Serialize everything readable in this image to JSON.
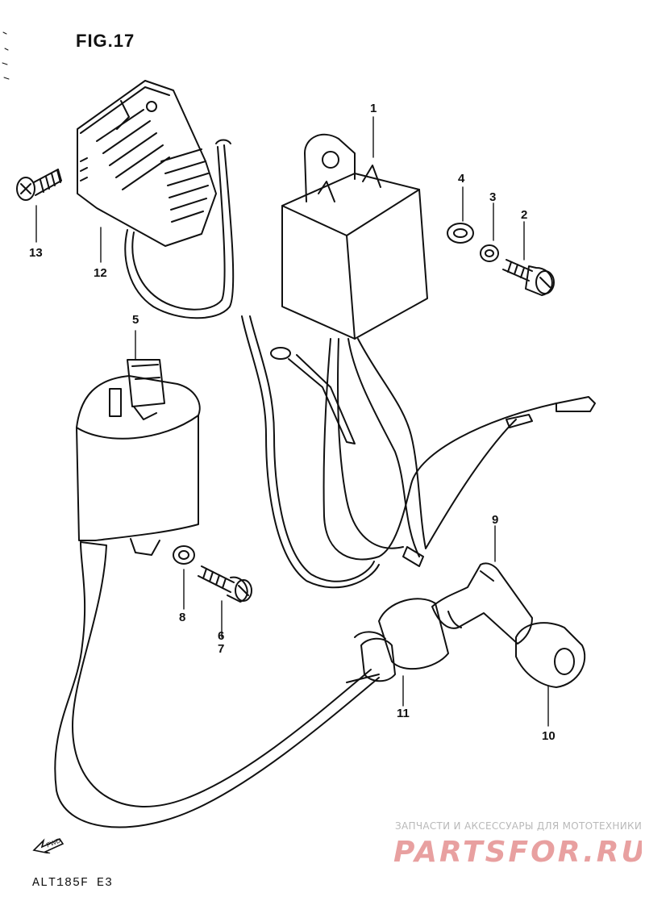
{
  "figure": {
    "title": "FIG.17",
    "model_code": "ALT185F  E3"
  },
  "callouts": [
    "1",
    "2",
    "3",
    "4",
    "5",
    "6",
    "7",
    "8",
    "9",
    "10",
    "11",
    "12",
    "13"
  ],
  "parts": {
    "p1": "1",
    "p2": "2",
    "p3": "3",
    "p4": "4",
    "p5": "5",
    "p6": "6",
    "p7": "7",
    "p8": "8",
    "p9": "9",
    "p10": "10",
    "p11": "11",
    "p12": "12",
    "p13": "13"
  },
  "direction_marker": "FWD",
  "watermark": {
    "tagline": "ЗАПЧАСТИ И АКСЕССУАРЫ ДЛЯ МОТОТЕХНИКИ",
    "logo": "PARTSFOR.RU",
    "logo_color": "#e8a0a0"
  },
  "line_color": "#111111"
}
